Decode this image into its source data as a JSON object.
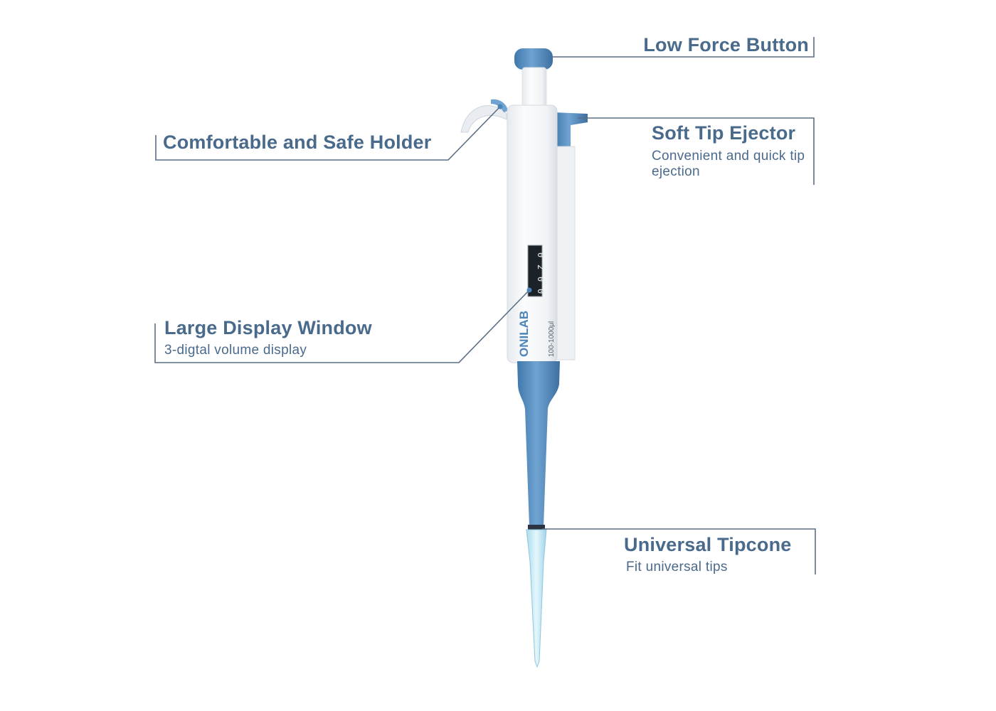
{
  "colors": {
    "label_text": "#4a6a8c",
    "leader_line": "#5a6f86",
    "pipette_blue": "#5a8fbf",
    "pipette_body": "#f4f6f8",
    "tip": "#bfe6f2"
  },
  "callouts": {
    "low_force_button": {
      "title": "Low Force Button"
    },
    "soft_tip_ejector": {
      "title": "Soft Tip Ejector",
      "subtitle": "Convenient and quick tip ejection"
    },
    "holder": {
      "title": "Comfortable and Safe Holder"
    },
    "display_window": {
      "title": "Large Display Window",
      "subtitle": "3-digtal volume display"
    },
    "tipcone": {
      "title": "Universal Tipcone",
      "subtitle": "Fit universal tips"
    }
  },
  "pipette": {
    "brand": "ONILAB",
    "volume_range": "100-1000μl",
    "display_digits": [
      "0",
      "2",
      "0",
      "0"
    ]
  }
}
